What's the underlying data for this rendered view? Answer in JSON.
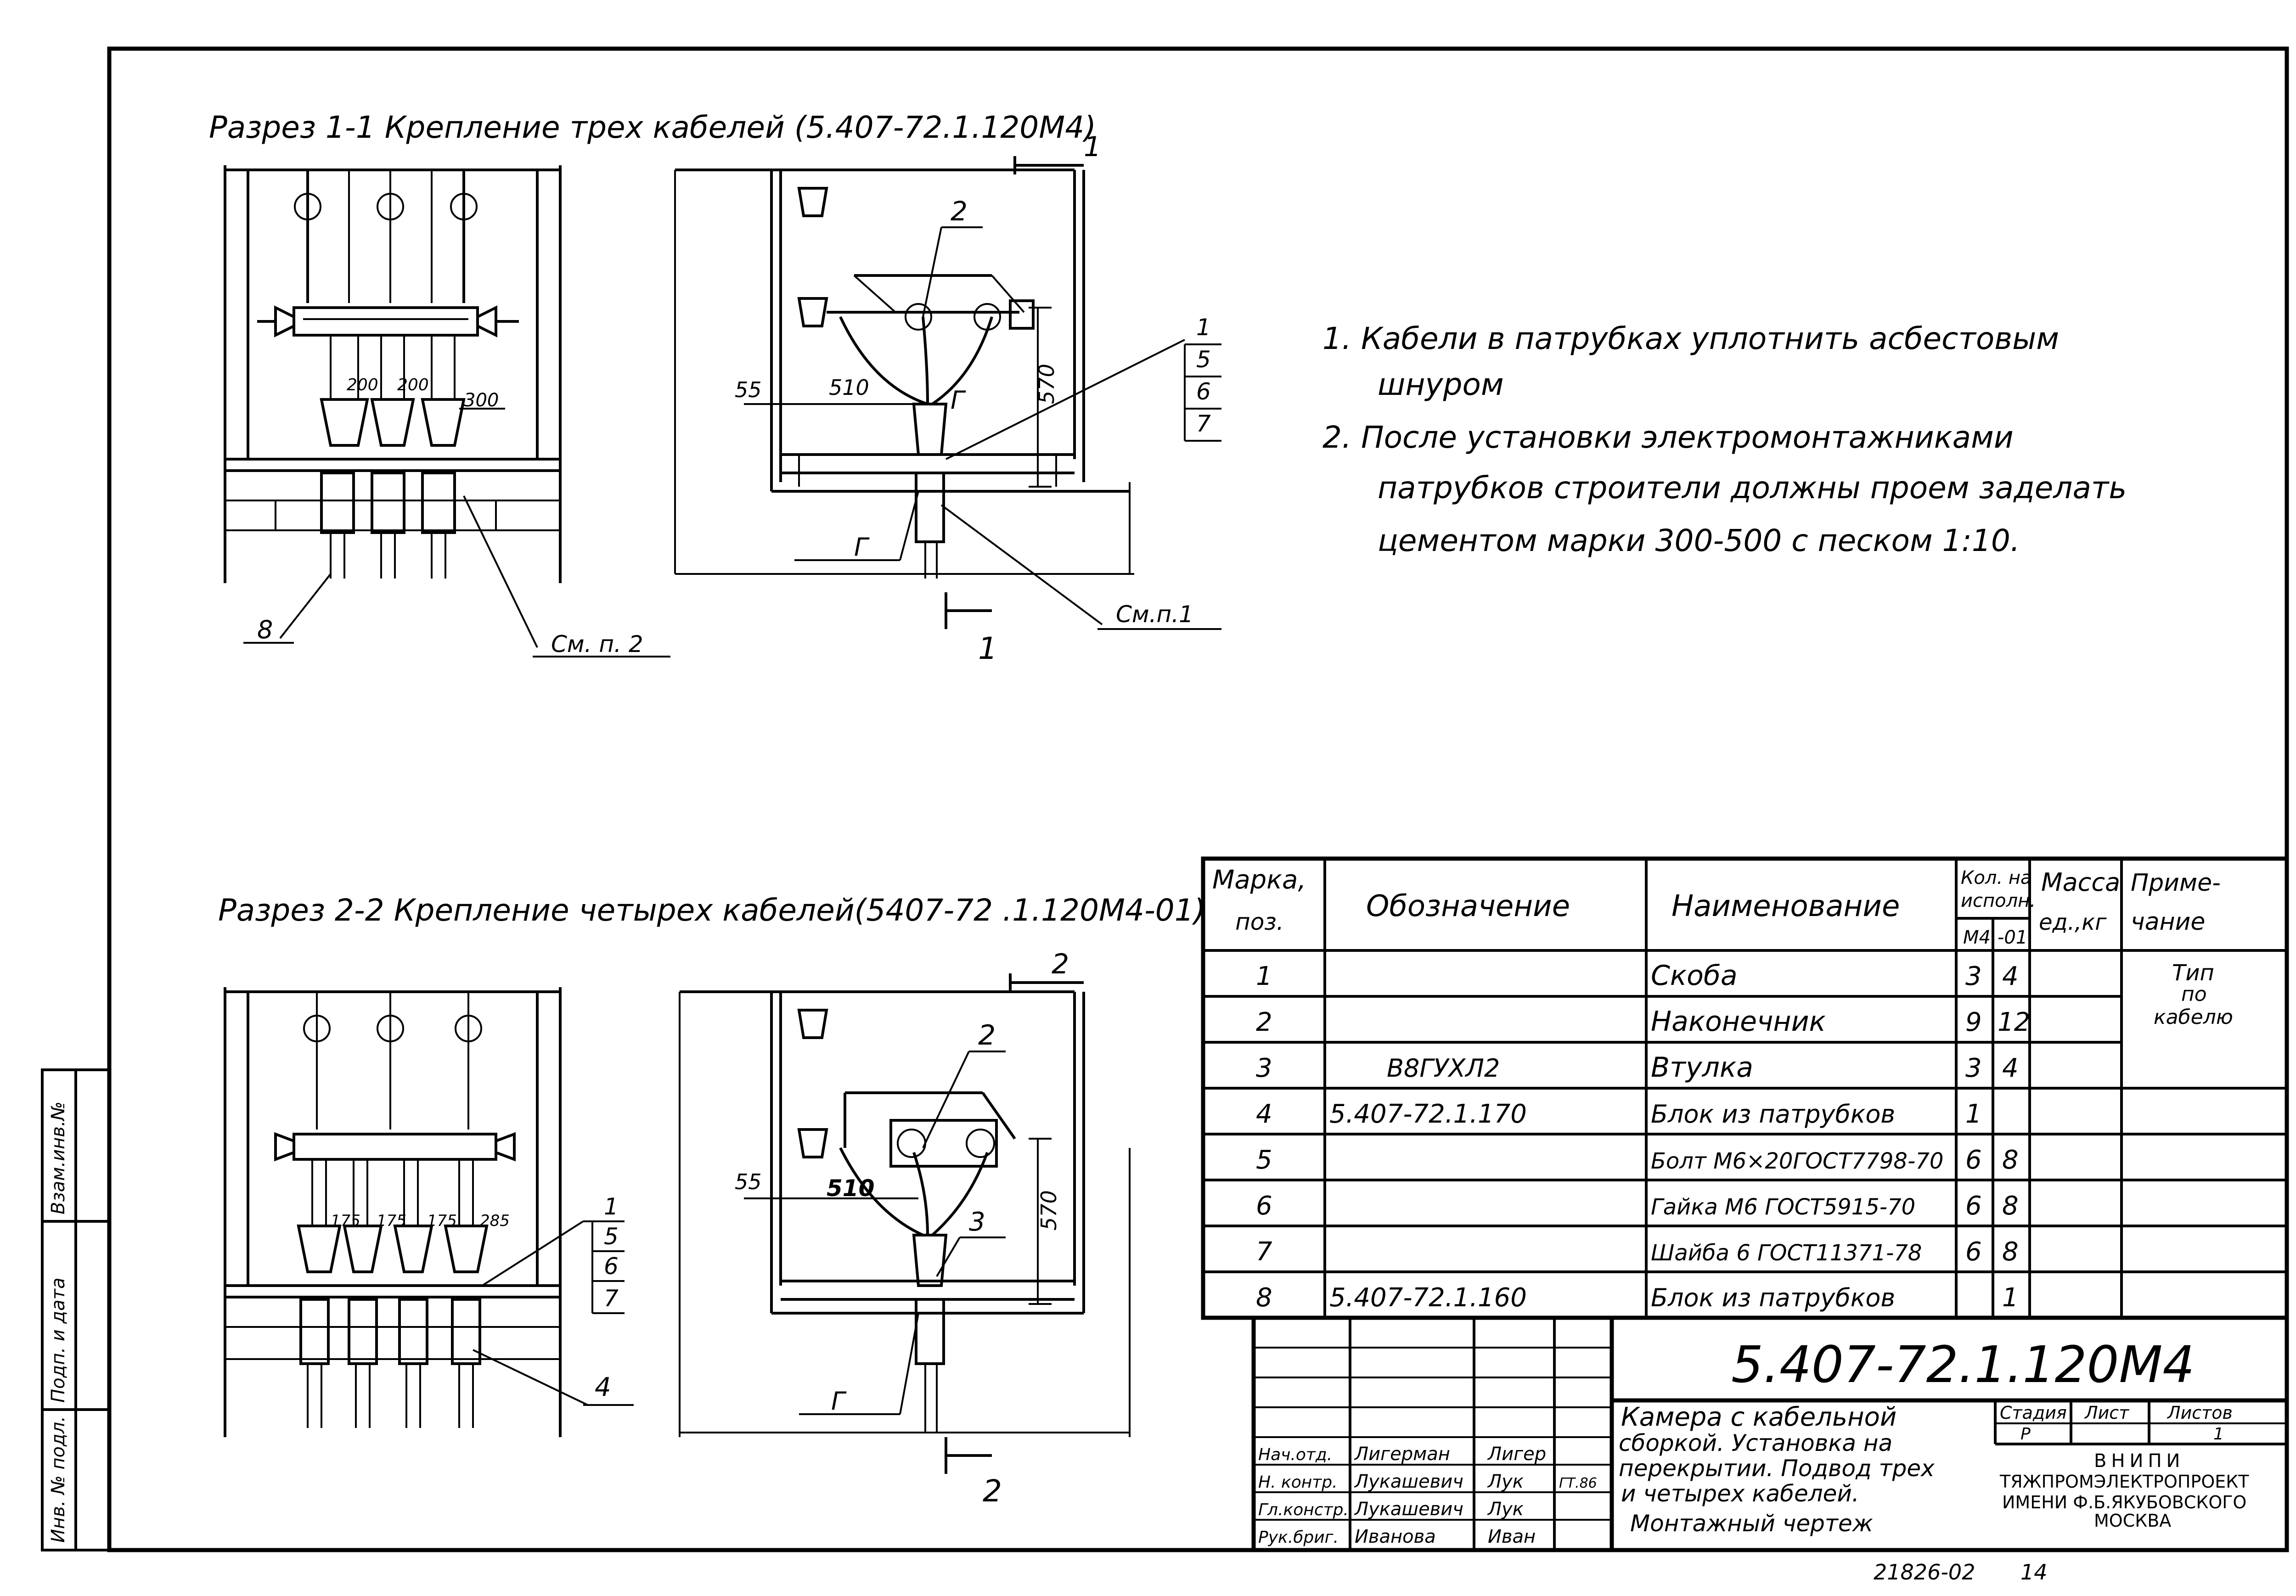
{
  "sections": {
    "s1_title": "Разрез 1-1 Крепление трех кабелей (5.407-72.1.120М4)",
    "s2_title": "Разрез 2-2 Крепление четырех кабелей(5407-72 .1.120М4-01)"
  },
  "section1": {
    "left": {
      "dim_a": "200",
      "dim_b": "200",
      "dim_c": "300",
      "leader_8": "8",
      "leader_sm": "См. п. 2"
    },
    "right": {
      "pos2": "2",
      "dim_55": "55",
      "dim_510": "510",
      "dim_570": "570",
      "g1": "Г",
      "g2": "Г",
      "cut_top": "1",
      "cut_bottom": "1",
      "sm": "См.п.1",
      "stack": [
        "1",
        "5",
        "6",
        "7"
      ]
    }
  },
  "section2": {
    "left": {
      "d1": "175",
      "d2": "175",
      "d3": "175",
      "d4": "285",
      "pos4": "4",
      "stack": [
        "1",
        "5",
        "6",
        "7"
      ]
    },
    "right": {
      "pos2": "2",
      "pos3": "3",
      "dim_55": "55",
      "dim_510": "510",
      "dim_570": "570",
      "g": "Г",
      "cut_top": "2",
      "cut_bottom": "2"
    }
  },
  "notes": [
    "1.  Кабели в патрубках уплотнить асбестовым",
    "шнуром",
    "2.  После установки электромонтажниками",
    "патрубков строители должны проем заделать",
    "цементом марки 300-500 с песком 1:10."
  ],
  "spec_table": {
    "headers": {
      "mark": [
        "Марка,",
        "поз."
      ],
      "designation": "Обозначение",
      "name": "Наименование",
      "qty": [
        "Кол. на",
        "исполн."
      ],
      "qty_sub": [
        "М4",
        "-01"
      ],
      "mass": [
        "Масса",
        "ед.,кг"
      ],
      "note": [
        "Приме-",
        "чание"
      ]
    },
    "rows": [
      {
        "pos": "1",
        "des": "",
        "name": "Скоба",
        "q1": "3",
        "q2": "4"
      },
      {
        "pos": "2",
        "des": "",
        "name": "Наконечник",
        "q1": "9",
        "q2": "12"
      },
      {
        "pos": "3",
        "des": "В8ГУХЛ2",
        "name": "Втулка",
        "q1": "3",
        "q2": "4"
      },
      {
        "pos": "4",
        "des": "5.407-72.1.170",
        "name": "Блок из патрубков",
        "q1": "1",
        "q2": ""
      },
      {
        "pos": "5",
        "des": "",
        "name": "Болт М6×20ГОСТ7798-70",
        "q1": "6",
        "q2": "8"
      },
      {
        "pos": "6",
        "des": "",
        "name": "Гайка М6 ГОСТ5915-70",
        "q1": "6",
        "q2": "8"
      },
      {
        "pos": "7",
        "des": "",
        "name": "Шайба 6 ГОСТ11371-78",
        "q1": "6",
        "q2": "8"
      },
      {
        "pos": "8",
        "des": "5.407-72.1.160",
        "name": "Блок из патрубков",
        "q1": "",
        "q2": "1"
      }
    ],
    "note_merged": [
      "Тип",
      "по",
      "кабелю"
    ]
  },
  "title_block": {
    "code": "5.407-72.1.120М4",
    "description": [
      "Камера с кабельной",
      "сборкой. Установка на",
      "перекрытии. Подвод трех",
      "и четырех кабелей.",
      "Монтажный чертеж"
    ],
    "stage_label": "Стадия",
    "sheet_label": "Лист",
    "sheets_label": "Листов",
    "stage": "Р",
    "sheets": "1",
    "org": [
      "ВНИПИ",
      "ТЯЖПРОМЭЛЕКТРОПРОЕКТ",
      "ИМЕНИ Ф.Б.ЯКУБОВСКОГО",
      "МОСКВА"
    ],
    "staff": [
      {
        "role": "Нач.отд.",
        "name": "Лигерман",
        "sign": "Лигер",
        "date": ""
      },
      {
        "role": "Н. контр.",
        "name": "Лукашевич",
        "sign": "Лук",
        "date": "ГТ.86"
      },
      {
        "role": "Гл.констр.",
        "name": "Лукашевич",
        "sign": "Лук",
        "date": ""
      },
      {
        "role": "Рук.бриг.",
        "name": "Иванова",
        "sign": "Иван",
        "date": ""
      }
    ],
    "bottom_code": "21826-02",
    "bottom_page": "14"
  },
  "side_stamp": [
    "Взам.инв.№",
    "Подп. и дата",
    "Инв. № подл."
  ]
}
